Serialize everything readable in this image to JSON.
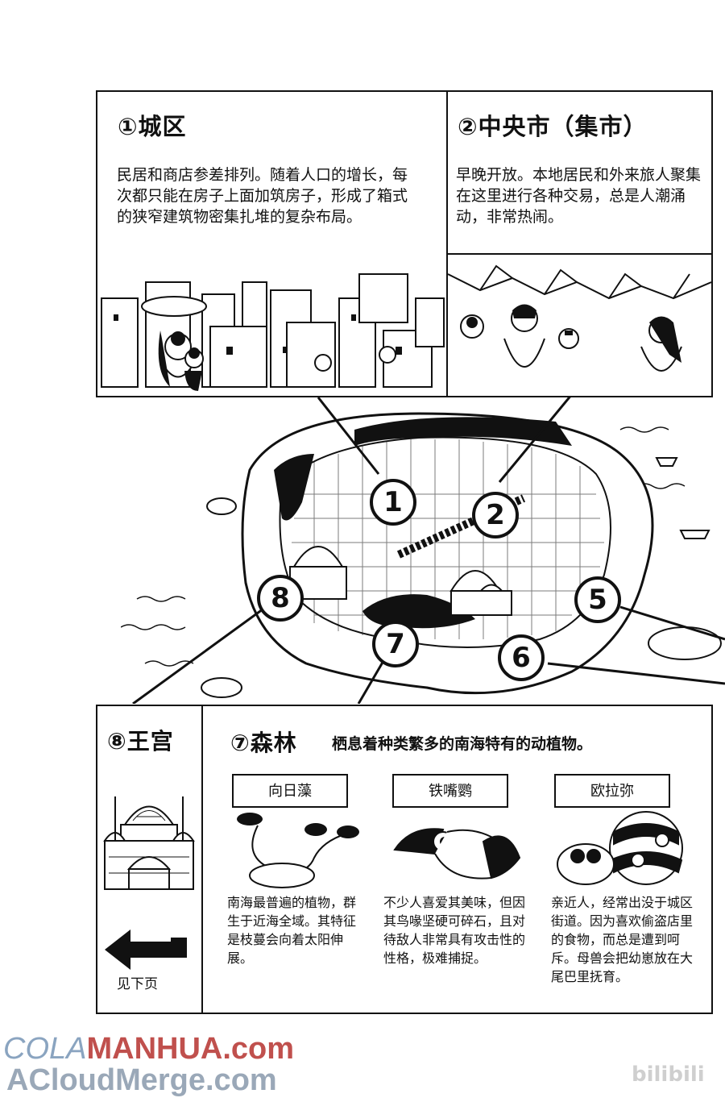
{
  "panels": {
    "city": {
      "title": "①城区",
      "text": "民居和商店参差排列。随着人口的增长，每次都只能在房子上面加筑房子，形成了箱式的狭窄建筑物密集扎堆的复杂布局。"
    },
    "market": {
      "title": "②中央市（集市）",
      "text": "早晚开放。本地居民和外来旅人聚集在这里进行各种交易，总是人潮涌动，非常热闹。"
    },
    "palace": {
      "title": "⑧王宫",
      "next_page": "见下页"
    },
    "forest": {
      "title": "⑦森林",
      "subtitle": "栖息着种类繁多的南海特有的动植物。",
      "species": [
        {
          "name": "向日藻",
          "text": "南海最普遍的植物，群生于近海全域。其特征是枝蔓会向着太阳伸展。"
        },
        {
          "name": "铁嘴鹦",
          "text": "不少人喜爱其美味，但因其鸟喙坚硬可碎石，且对待敌人非常具有攻击性的性格，极难捕捉。"
        },
        {
          "name": "欧拉弥",
          "text": "亲近人，经常出没于城区街道。因为喜欢偷盗店里的食物，而总是遭到呵斥。母兽会把幼崽放在大尾巴里抚育。"
        }
      ]
    }
  },
  "map_markers": [
    "1",
    "2",
    "5",
    "6",
    "7",
    "8"
  ],
  "watermark": {
    "line1_a": "COLA",
    "line1_b": "MANHUA.com",
    "line2": "ACloudMerge.com",
    "bili": "bilibili"
  },
  "colors": {
    "ink": "#111111",
    "watermark_blue": "#8aa4c0",
    "watermark_red": "#c0504d"
  }
}
